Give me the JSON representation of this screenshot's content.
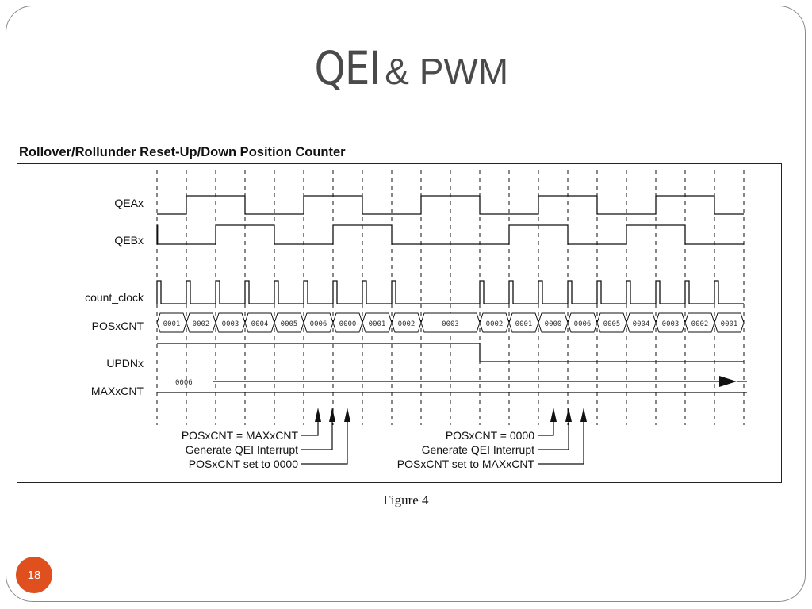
{
  "slide": {
    "title_main": "QEI",
    "title_rest": "& PWM",
    "figure_heading": "Rollover/Rollunder Reset-Up/Down Position Counter",
    "caption": "Figure 4",
    "page_number": "18",
    "accent_color": "#e0501f"
  },
  "signals": {
    "qea_label": "QEAx",
    "qeb_label": "QEBx",
    "count_clock_label": "count_clock",
    "poscnt_label": "POSxCNT",
    "updn_label": "UPDNx",
    "maxcnt_label": "MAXxCNT",
    "maxcnt_value": "0006",
    "poscnt_values": [
      "0001",
      "0002",
      "0003",
      "0004",
      "0005",
      "0006",
      "0000",
      "0001",
      "0002",
      "0003",
      "0002",
      "0001",
      "0000",
      "0006",
      "0005",
      "0004",
      "0003",
      "0002",
      "0001"
    ]
  },
  "annotations": {
    "left": [
      "POSxCNT = MAXxCNT",
      "Generate QEI Interrupt",
      "POSxCNT set to 0000"
    ],
    "right": [
      "POSxCNT = 0000",
      "Generate QEI Interrupt",
      "POSxCNT set to MAXxCNT"
    ]
  }
}
